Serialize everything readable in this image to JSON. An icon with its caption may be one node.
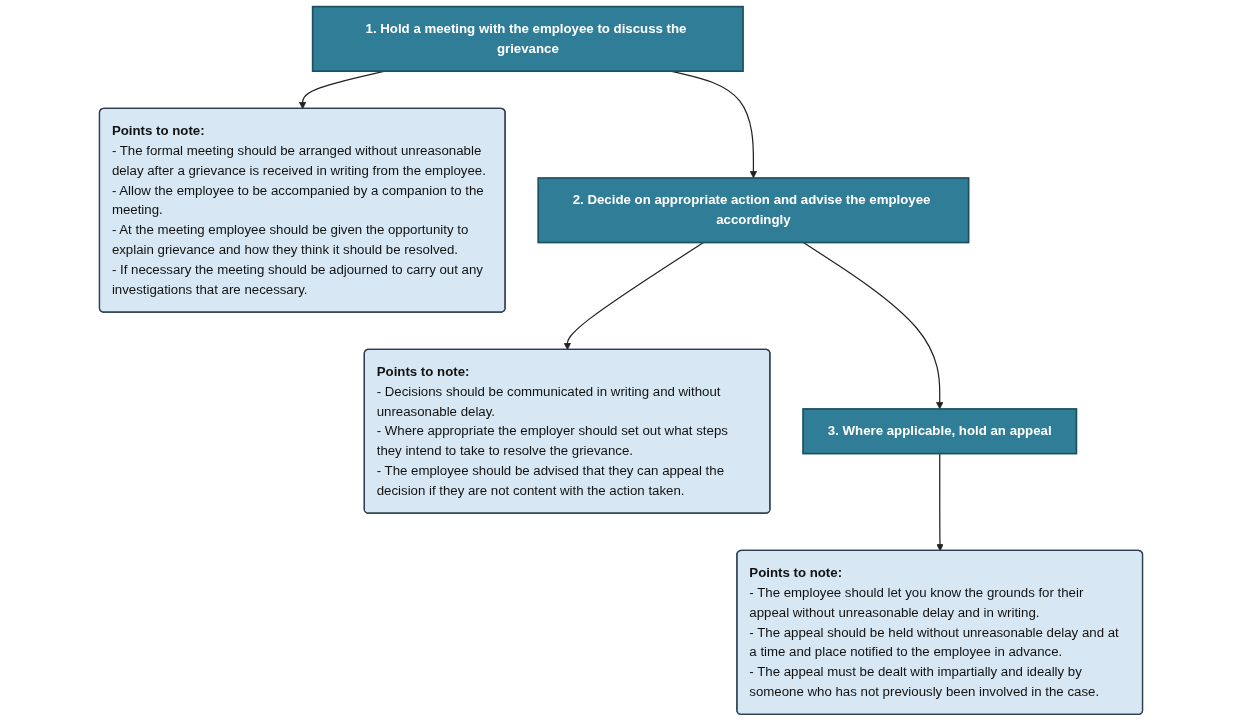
{
  "diagram": {
    "nodes": [
      {
        "text": [
          "1. Hold a meeting with the employee to discuss the grievance"
        ]
      },
      {
        "text": [
          "Points to note:",
          "- The formal meeting should be arranged without unreasonable delay after a grievance is received in writing from the employee.",
          "- Allow the employee to be accompanied by a companion to the meeting.",
          "- At the meeting employee should be given the opportunity to explain grievance and how they think it should be resolved.",
          "- If necessary the meeting should be adjourned to carry out any investigations that are necessary."
        ]
      },
      {
        "text": [
          "2. Decide on appropriate action and advise the employee accordingly"
        ]
      },
      {
        "text": [
          "Points to note:",
          "- Decisions should be communicated in writing and without unreasonable delay.",
          "- Where appropriate the employer should set out what steps they intend to take to resolve the grievance.",
          "- The employee should be advised that they can appeal the decision if they are not content with the action taken."
        ]
      },
      {
        "text": [
          "3. Where applicable, hold an appeal"
        ]
      },
      {
        "text": [
          "Points to note:",
          "- The employee should let you know the grounds for their appeal without unreasonable delay and in writing.",
          "- The appeal should be held without unreasonable delay and at a time and place notified to the employee in advance.",
          "- The appeal must be dealt with impartially and ideally by someone who has not previously been involved in the case."
        ]
      }
    ],
    "edges": [
      {
        "from": 0,
        "to": 1,
        "arrow": "to"
      },
      {
        "from": 0,
        "to": 2,
        "arrow": "to"
      },
      {
        "from": 2,
        "to": 3,
        "arrow": "to"
      },
      {
        "from": 2,
        "to": 4,
        "arrow": "to"
      },
      {
        "from": 4,
        "to": 5,
        "arrow": "to"
      }
    ]
  }
}
